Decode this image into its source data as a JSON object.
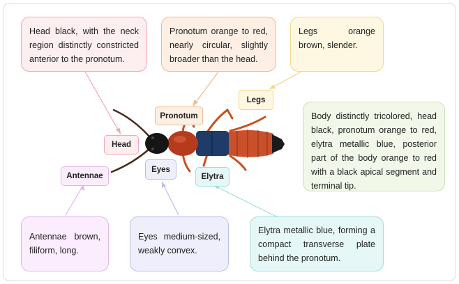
{
  "callouts": {
    "head": "Head black, with the neck region distinctly constricted anterior to the pronotum.",
    "pronotum": "Pronotum orange to red, nearly circular, slightly broader than the head.",
    "legs": "Legs orange brown, slender.",
    "body": "Body distinctly tricolored, head black, pronotum orange to red, elytra metallic blue, posterior part of the body orange to red with a black apical segment and terminal tip.",
    "antennae": "Antennae brown, filiform, long.",
    "eyes": "Eyes medium-sized, weakly convex.",
    "elytra": "Elytra metallic blue, forming a compact transverse plate behind the pronotum."
  },
  "labels": {
    "head": "Head",
    "pronotum": "Pronotum",
    "legs": "Legs",
    "antennae": "Antennae",
    "eyes": "Eyes",
    "elytra": "Elytra"
  },
  "colors": {
    "pink": "#f2a7b8",
    "orange": "#f2b98f",
    "yellow": "#f2d68a",
    "green": "#c9e3b5",
    "purple": "#e3b5ea",
    "blue": "#b8c0ea",
    "cyan": "#9fdede"
  }
}
